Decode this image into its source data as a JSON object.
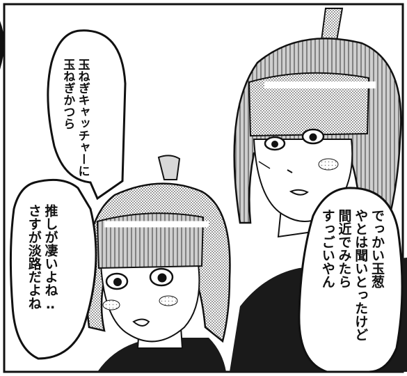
{
  "colors": {
    "ink": "#111111",
    "paper": "#ffffff",
    "screentone": "#7a7a7a"
  },
  "bubbles": {
    "top_left": {
      "lines": [
        "玉ねぎキャッチャーに",
        "玉ねぎかつら"
      ]
    },
    "bottom_left": {
      "lines": [
        "推しが凄いよね‥",
        "さすが淡路だよね"
      ]
    },
    "right": {
      "lines": [
        "でっかい玉葱",
        "やとは聞いとったけど",
        "間近でみたら",
        "すっごいやん"
      ]
    }
  },
  "characters": [
    {
      "label": "onion-wig-woman-right"
    },
    {
      "label": "onion-wig-woman-left"
    }
  ]
}
